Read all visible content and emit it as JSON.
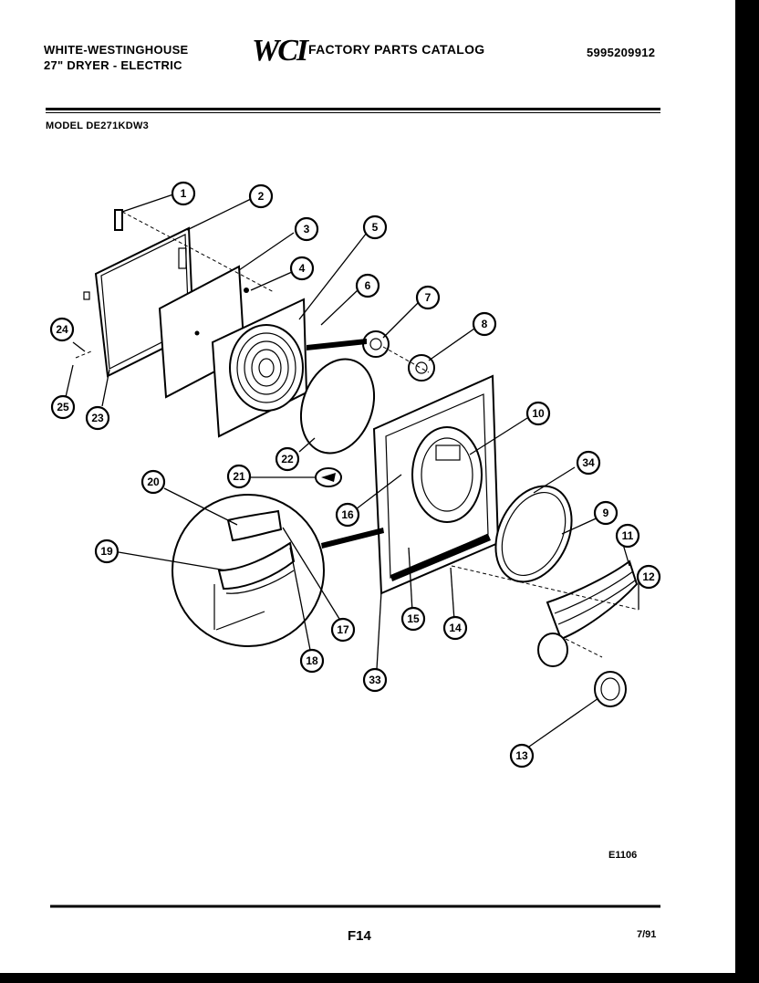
{
  "header": {
    "brand_line1": "WHITE-WESTINGHOUSE",
    "brand_line2": "27\" DRYER - ELECTRIC",
    "logo_text": "WCI",
    "catalog_title": "FACTORY PARTS CATALOG",
    "catalog_number": "5995209912",
    "model": "MODEL DE271KDW3"
  },
  "diagram": {
    "callouts": [
      "1",
      "2",
      "3",
      "4",
      "5",
      "6",
      "7",
      "8",
      "9",
      "10",
      "11",
      "12",
      "13",
      "14",
      "15",
      "16",
      "17",
      "18",
      "19",
      "20",
      "21",
      "22",
      "23",
      "24",
      "25",
      "33",
      "34"
    ],
    "figure_id": "E1106"
  },
  "footer": {
    "page": "F14",
    "date": "7/91"
  }
}
